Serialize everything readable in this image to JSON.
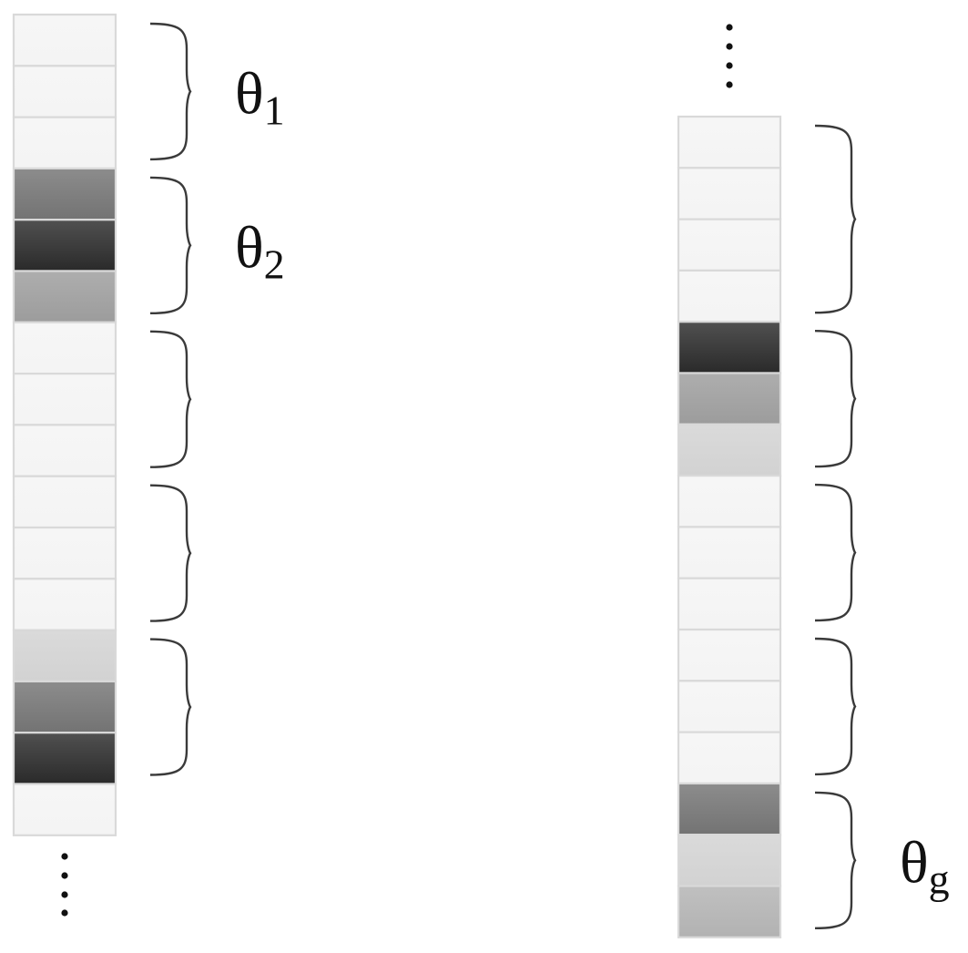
{
  "colors": {
    "white": "#f4f4f4",
    "dark": "#2a2a2a",
    "mid": "#737373",
    "gray": "#9c9c9c",
    "light": "#d2d2d2",
    "silver": "#b2b2b2",
    "cell_border": "#d9d9d9",
    "brace": "#3a3a3a"
  },
  "left_column": {
    "cells": [
      "white",
      "white",
      "white",
      "mid",
      "dark",
      "gray",
      "white",
      "white",
      "white",
      "white",
      "white",
      "white",
      "light",
      "mid",
      "dark",
      "white"
    ],
    "groups": [
      {
        "label_base": "θ",
        "label_sub": "1"
      },
      {
        "label_base": "θ",
        "label_sub": "2"
      },
      {
        "label_base": "",
        "label_sub": ""
      },
      {
        "label_base": "",
        "label_sub": ""
      },
      {
        "label_base": "",
        "label_sub": ""
      }
    ]
  },
  "right_column": {
    "cells": [
      "white",
      "white",
      "white",
      "white",
      "dark",
      "gray",
      "light",
      "white",
      "white",
      "white",
      "white",
      "white",
      "white",
      "mid",
      "light",
      "silver"
    ],
    "groups": [
      {
        "label_base": "",
        "label_sub": ""
      },
      {
        "label_base": "",
        "label_sub": ""
      },
      {
        "label_base": "",
        "label_sub": ""
      },
      {
        "label_base": "",
        "label_sub": ""
      },
      {
        "label_base": "θ",
        "label_sub": "g"
      }
    ]
  }
}
